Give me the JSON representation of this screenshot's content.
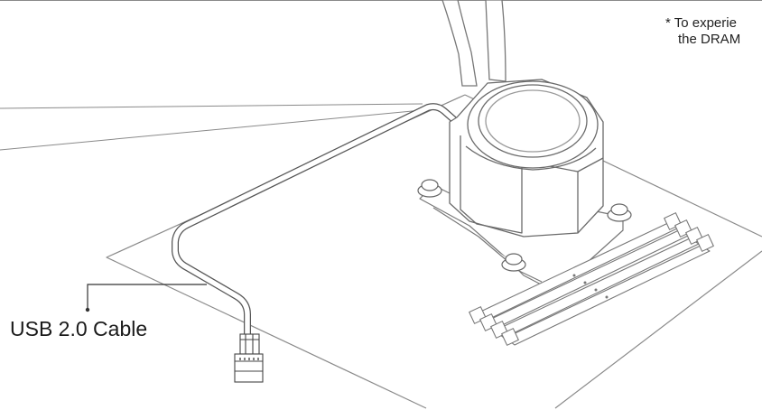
{
  "note": {
    "line1": "* To experie",
    "line2": "the DRAM"
  },
  "callout": {
    "label": "USB 2.0 Cable"
  },
  "icons": [
    "aio-cooler-pump-icon",
    "dram-slots-icon",
    "usb-header-connector-icon",
    "motherboard-outline-icon"
  ],
  "colors": {
    "line": "#5a5a5a",
    "light_line": "#9a9a9a",
    "fill": "#ffffff",
    "text": "#1a1a1a"
  }
}
